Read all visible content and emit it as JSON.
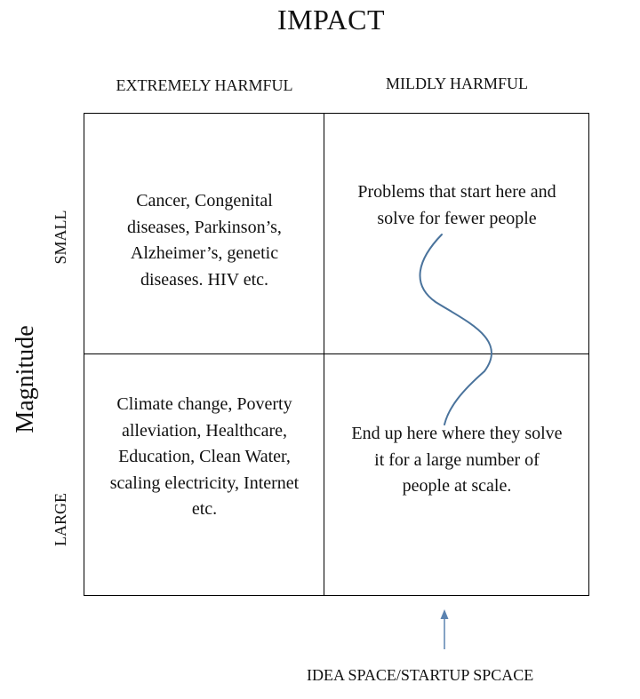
{
  "title": "IMPACT",
  "columns": {
    "left": "EXTREMELY HARMFUL",
    "right": "MILDLY HARMFUL"
  },
  "rows": {
    "top": "SMALL",
    "bottom": "LARGE"
  },
  "y_axis_label": "Magnitude",
  "cells": {
    "small_extreme": [
      "Cancer, Congenital",
      "diseases, Parkinson’s,",
      "Alzheimer’s, genetic",
      "diseases. HIV etc."
    ],
    "small_mild": [
      "Problems that start here and",
      "solve for fewer people"
    ],
    "large_extreme": [
      "Climate change, Poverty",
      "alleviation, Healthcare,",
      "Education, Clean Water,",
      "scaling electricity, Internet",
      "etc."
    ],
    "large_mild": [
      "End up here where they solve",
      "it for a large number of",
      "people at scale."
    ]
  },
  "bottom_label": "IDEA SPACE/STARTUP SPCACE",
  "colors": {
    "grid": "#000000",
    "curve": "#4a739c",
    "arrow": "#5b83b1"
  }
}
